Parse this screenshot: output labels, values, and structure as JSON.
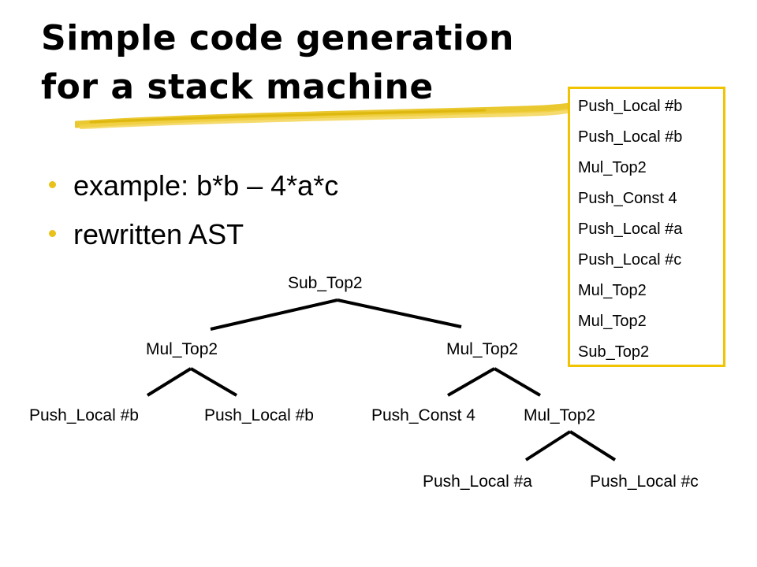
{
  "slide": {
    "title_lines": [
      "Simple code generation",
      "for a stack machine"
    ],
    "bullets": [
      "example: b*b – 4*a*c",
      "rewritten AST"
    ],
    "accent_color": "#f0c400"
  },
  "code_listing": [
    "Push_Local #b",
    "Push_Local #b",
    "Mul_Top2",
    "Push_Const 4",
    "Push_Local #a",
    "Push_Local #c",
    "Mul_Top2",
    "Mul_Top2",
    "Sub_Top2"
  ],
  "ast": {
    "root": "Sub_Top2",
    "left_mul": "Mul_Top2",
    "right_mul": "Mul_Top2",
    "push_b1": "Push_Local #b",
    "push_b2": "Push_Local #b",
    "push_const": "Push_Const 4",
    "inner_mul": "Mul_Top2",
    "push_a": "Push_Local #a",
    "push_c": "Push_Local #c"
  }
}
